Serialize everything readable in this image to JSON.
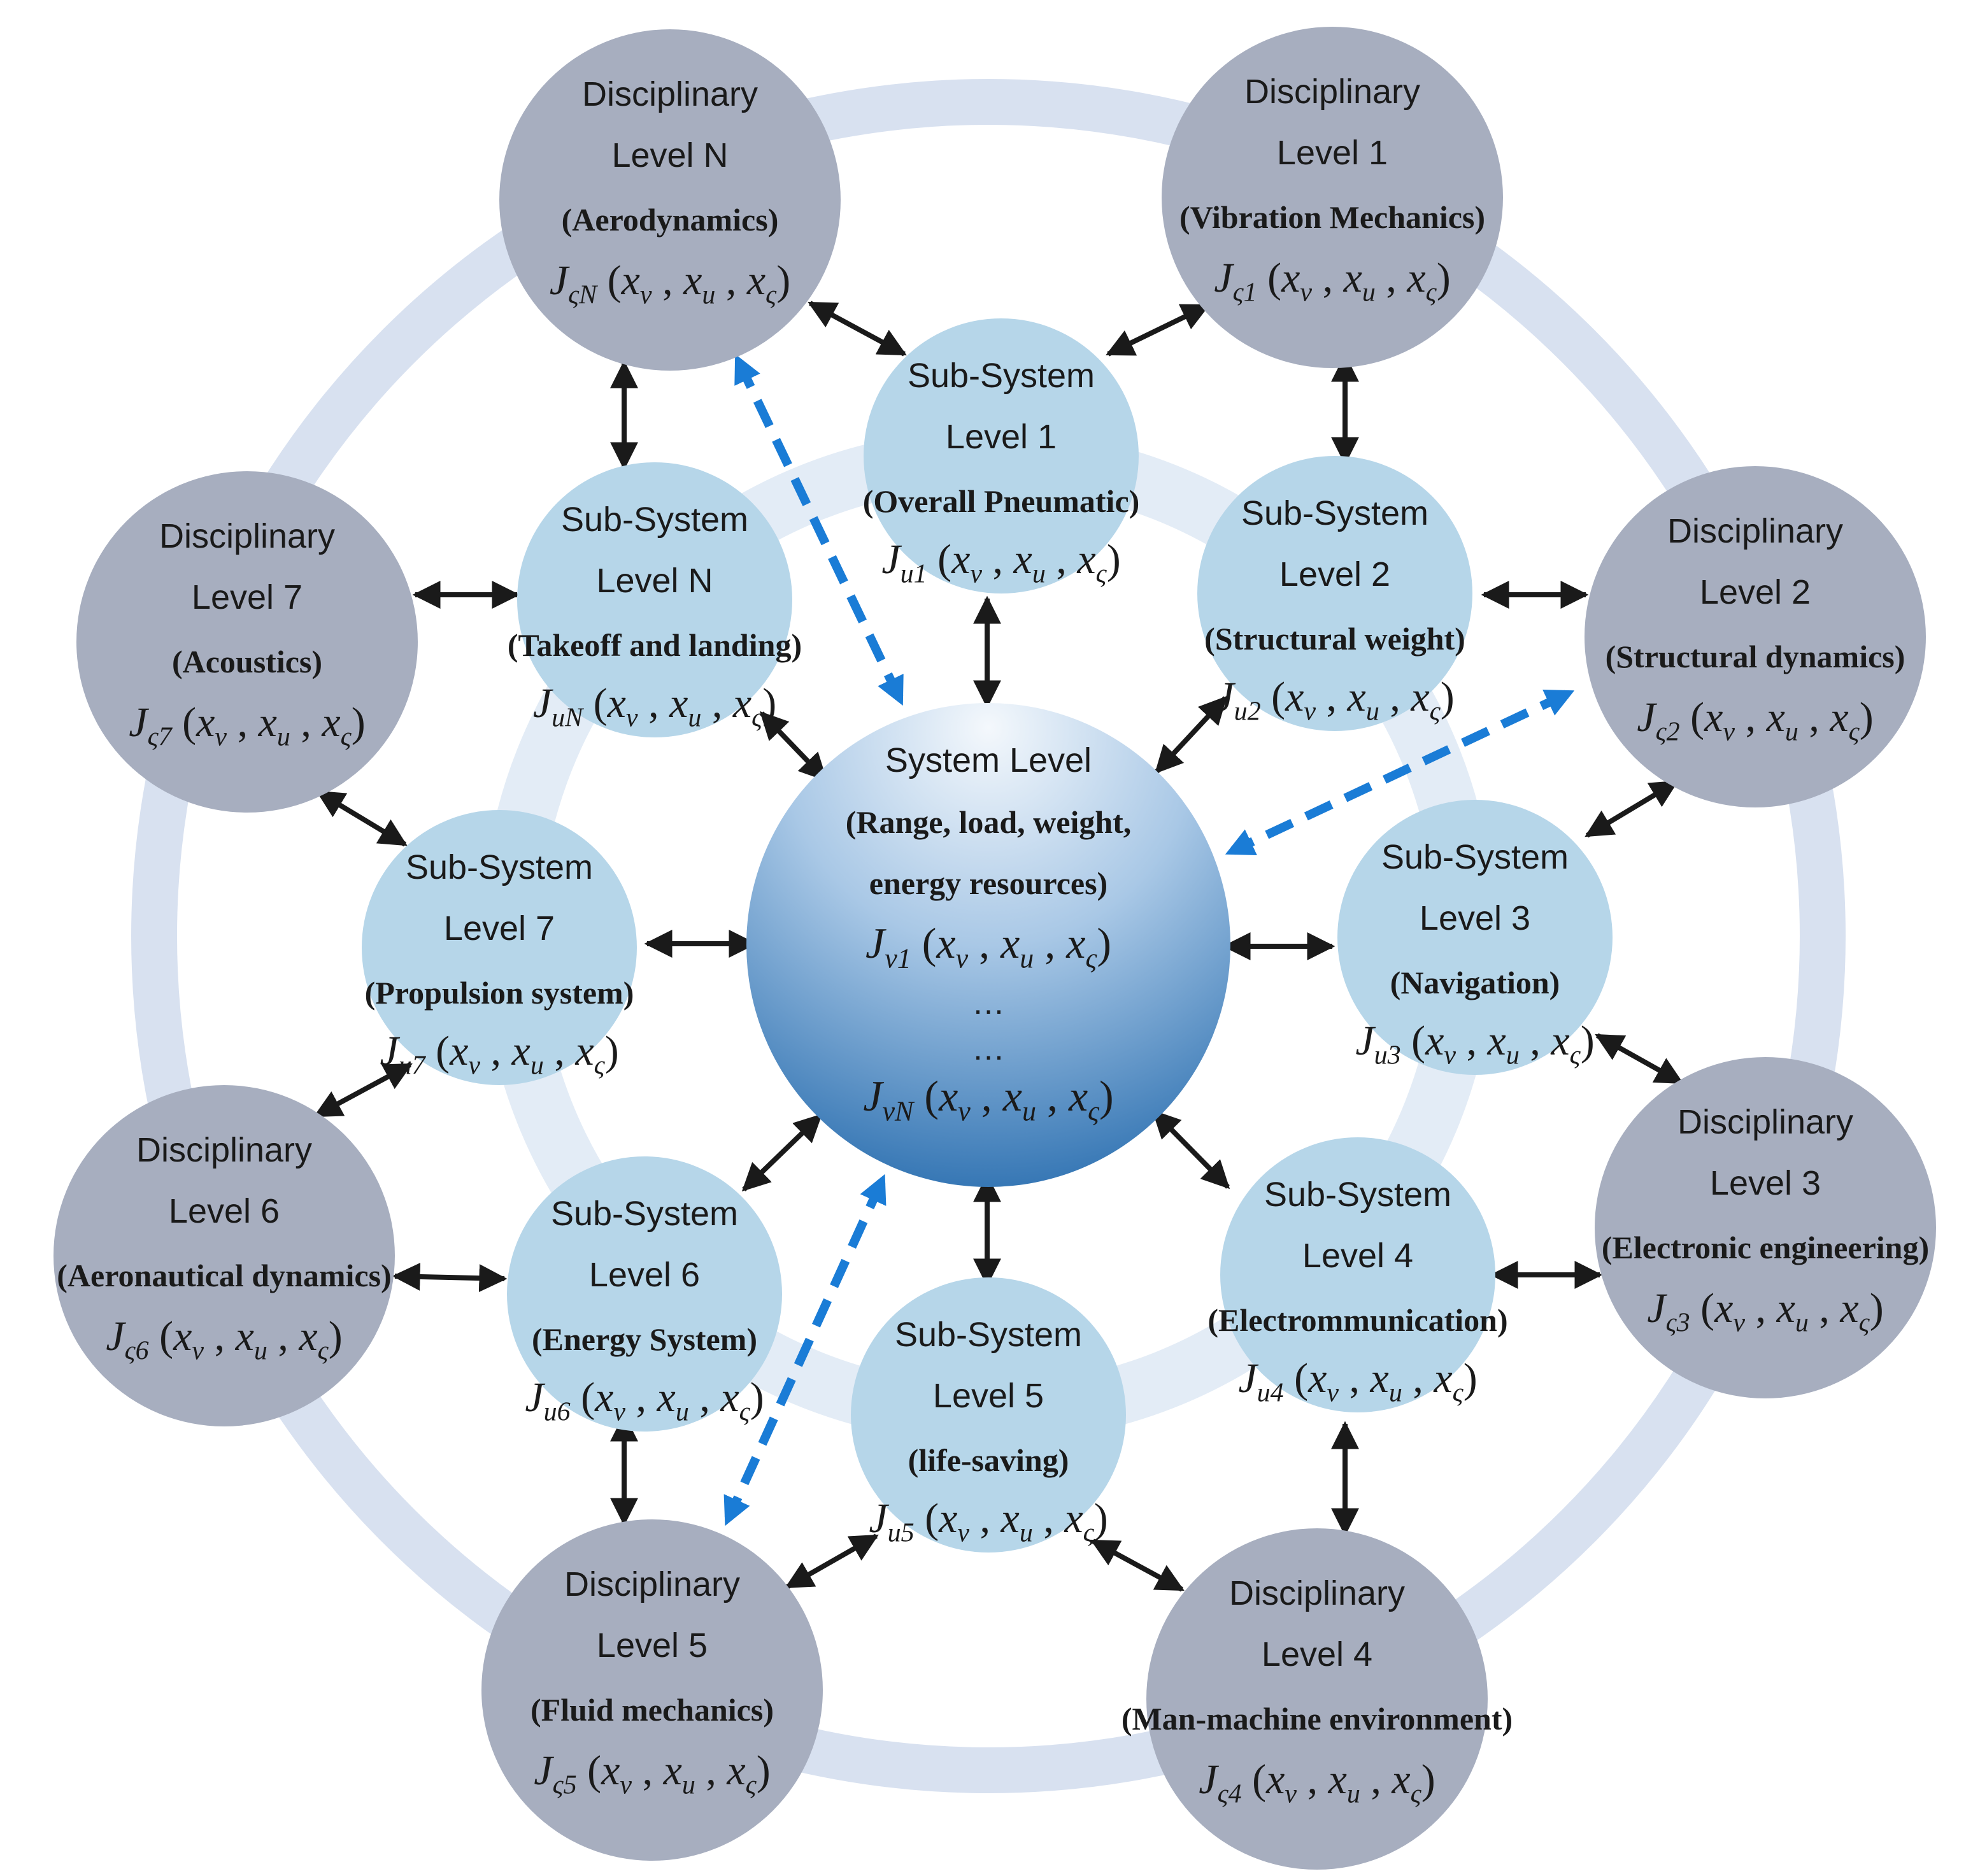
{
  "system": {
    "title": "System Level",
    "line1": "(Range, load, weight,",
    "line2": "energy resources)",
    "formula1": "J_v1 (x_v , x_u , x_ς)",
    "dots1": "…",
    "dots2": "…",
    "formulaN": "J_vN (x_v , x_u , x_ς)"
  },
  "subsystems": [
    {
      "id": "1",
      "title": "Sub-System",
      "level": "Level 1",
      "paren": "(Overall Pneumatic)",
      "formula": "J_u1 (x_v , x_u , x_ς)"
    },
    {
      "id": "2",
      "title": "Sub-System",
      "level": "Level 2",
      "paren": "(Structural weight)",
      "formula": "J_u2 (x_v , x_u , x_ς)"
    },
    {
      "id": "3",
      "title": "Sub-System",
      "level": "Level 3",
      "paren": "(Navigation)",
      "formula": "J_u3 (x_v , x_u , x_ς)"
    },
    {
      "id": "4",
      "title": "Sub-System",
      "level": "Level 4",
      "paren": "(Electrommunication)",
      "formula": "J_u4 (x_v , x_u , x_ς)"
    },
    {
      "id": "5",
      "title": "Sub-System",
      "level": "Level 5",
      "paren": "(life-saving)",
      "formula": "J_u5 (x_v , x_u , x_ς)"
    },
    {
      "id": "6",
      "title": "Sub-System",
      "level": "Level 6",
      "paren": "(Energy System)",
      "formula": "J_u6 (x_v , x_u , x_ς)"
    },
    {
      "id": "7",
      "title": "Sub-System",
      "level": "Level 7",
      "paren": "(Propulsion system)",
      "formula": "J_u7 (x_v , x_u , x_ς)"
    },
    {
      "id": "N",
      "title": "Sub-System",
      "level": "Level N",
      "paren": "(Takeoff and landing)",
      "formula": "J_uN (x_v , x_u , x_ς)"
    }
  ],
  "disciplines": [
    {
      "id": "1",
      "title": "Disciplinary",
      "level": "Level 1",
      "paren": "(Vibration Mechanics)",
      "formula": "J_ς1 (x_v , x_u , x_ς)"
    },
    {
      "id": "2",
      "title": "Disciplinary",
      "level": "Level 2",
      "paren": "(Structural dynamics)",
      "formula": "J_ς2 (x_v , x_u , x_ς)"
    },
    {
      "id": "3",
      "title": "Disciplinary",
      "level": "Level 3",
      "paren": "(Electronic engineering)",
      "formula": "J_ς3 (x_v , x_u , x_ς)"
    },
    {
      "id": "4",
      "title": "Disciplinary",
      "level": "Level 4",
      "paren": "(Man-machine environment)",
      "formula": "J_ς4 (x_v , x_u , x_ς)"
    },
    {
      "id": "5",
      "title": "Disciplinary",
      "level": "Level 5",
      "paren": "(Fluid mechanics)",
      "formula": "J_ς5 (x_v , x_u , x_ς)"
    },
    {
      "id": "6",
      "title": "Disciplinary",
      "level": "Level 6",
      "paren": "(Aeronautical dynamics)",
      "formula": "J_ς6 (x_v , x_u , x_ς)"
    },
    {
      "id": "7",
      "title": "Disciplinary",
      "level": "Level 7",
      "paren": "(Acoustics)",
      "formula": "J_ς7 (x_v , x_u , x_ς)"
    },
    {
      "id": "N",
      "title": "Disciplinary",
      "level": "Level N",
      "paren": "(Aerodynamics)",
      "formula": "J_ςN (x_v , x_u , x_ς)"
    }
  ],
  "colors": {
    "discipline_fill": "#a7aebf",
    "subsystem_fill": "#b6d6e9",
    "outer_ring": "#d8e1f0",
    "inner_ring": "#e3ecf6",
    "system_top": "#eef4fa",
    "system_bottom": "#2f73b4",
    "dashed_arrow": "#1a7cd6",
    "arrow": "#1a1a1a"
  }
}
